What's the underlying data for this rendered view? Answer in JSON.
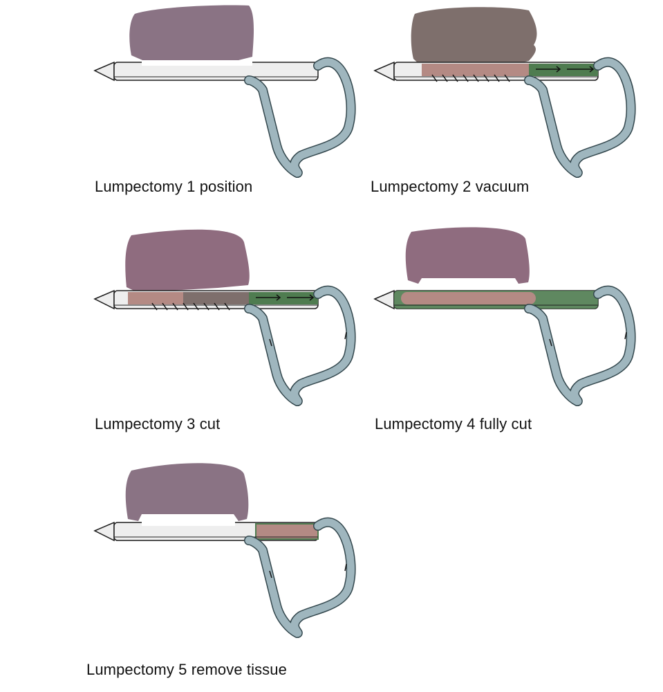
{
  "colors": {
    "lesion_light": "#8a7384",
    "lesion_dark": "#7e6f6c",
    "lesion_pink": "#8f6c7f",
    "aspirated_tissue": "#b48a84",
    "needle_fill": "#eeeeee",
    "needle_stroke": "#1e1e1e",
    "chamber_green": "#4f7c50",
    "tube_fill": "#9fb6be",
    "tube_stroke": "#33474d",
    "background": "#ffffff"
  },
  "stages": [
    {
      "id": "position",
      "caption": "Lumpectomy 1 position",
      "lesion": "full-light",
      "chamber": "empty",
      "tissue": "none",
      "tube_flow": false,
      "suction_arrows": false
    },
    {
      "id": "vacuum",
      "caption": "Lumpectomy 2 vacuum",
      "lesion": "full-dark",
      "chamber": "green-arrows",
      "tissue": "window",
      "tube_flow": false,
      "suction_arrows": true
    },
    {
      "id": "cut",
      "caption": "Lumpectomy 3 cut",
      "lesion": "full-pink",
      "chamber": "green-arrows",
      "tissue": "partial",
      "tube_flow": true,
      "suction_arrows": true
    },
    {
      "id": "fully-cut",
      "caption": "Lumpectomy 4 fully cut",
      "lesion": "hollow",
      "chamber": "green",
      "tissue": "full",
      "tube_flow": true,
      "suction_arrows": false
    },
    {
      "id": "remove-tissue",
      "caption": "Lumpectomy 5 remove tissue",
      "lesion": "hollow",
      "chamber": "sample",
      "tissue": "sample",
      "tube_flow": true,
      "suction_arrows": false
    }
  ]
}
